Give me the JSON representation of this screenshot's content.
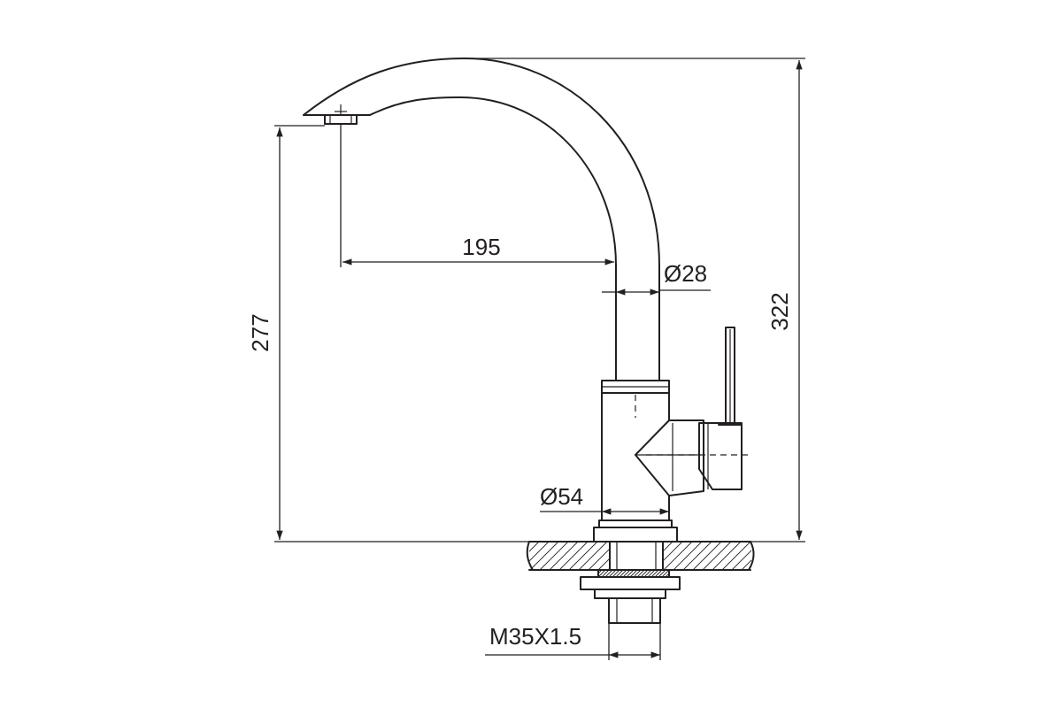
{
  "diagram": {
    "dimensions": {
      "spout_reach": "195",
      "spout_diameter": "Ø28",
      "spout_height": "277",
      "total_height": "322",
      "body_diameter": "Ø54",
      "thread": "M35X1.5"
    }
  }
}
